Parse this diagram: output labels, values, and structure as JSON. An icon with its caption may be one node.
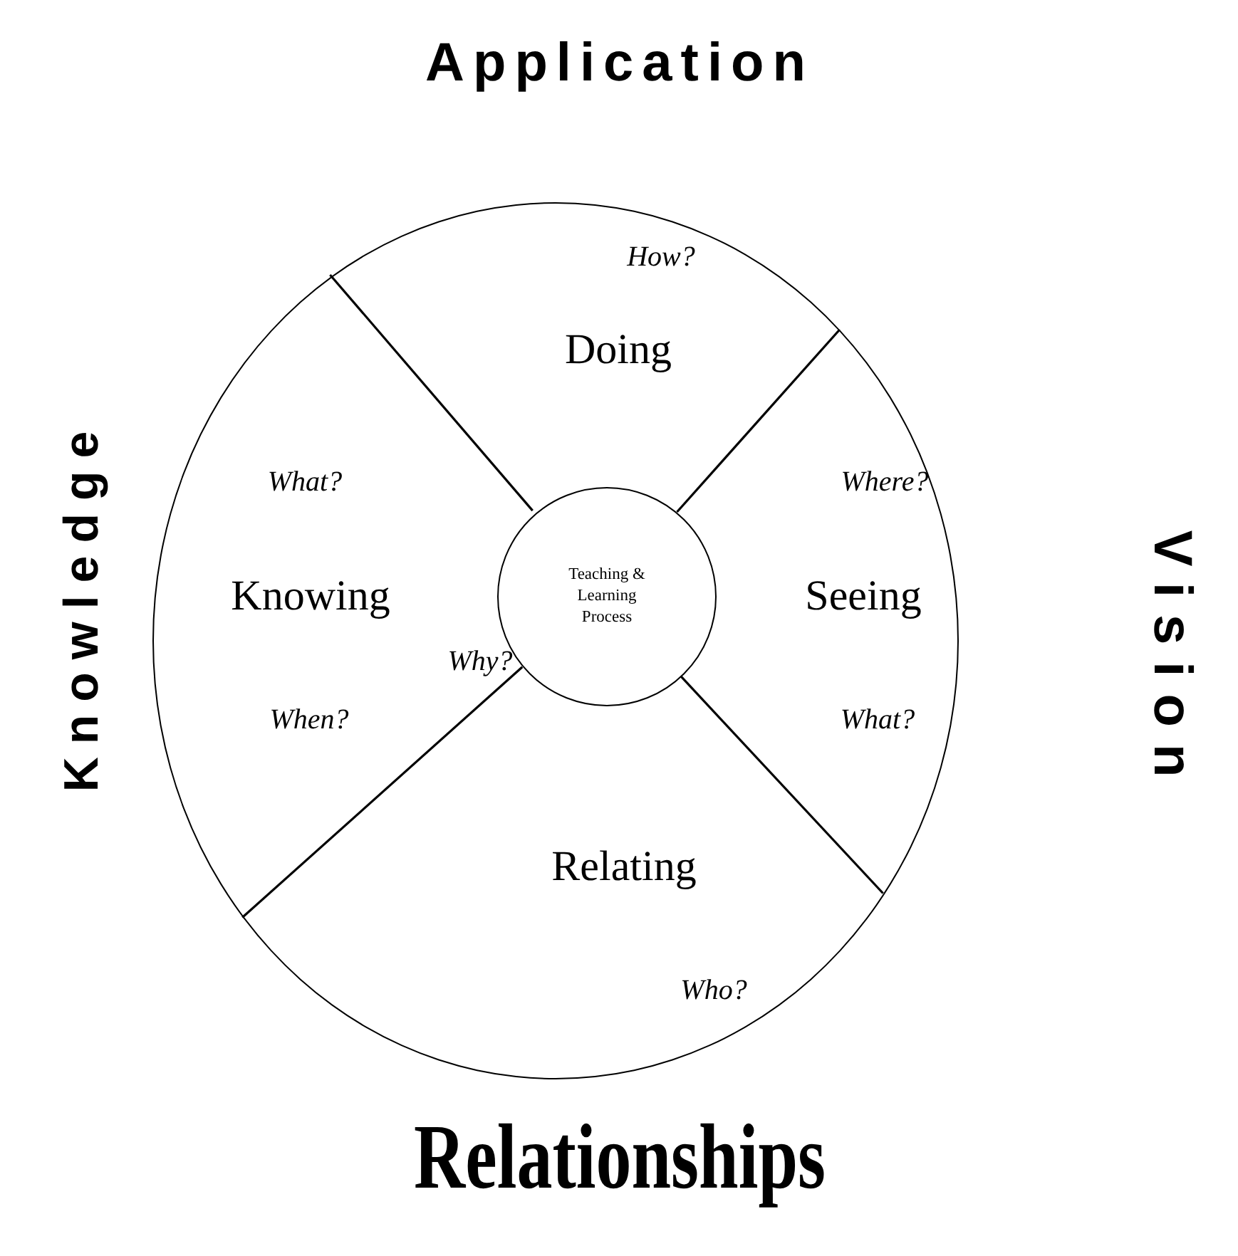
{
  "diagram": {
    "nodes": [
      {
        "text": [],
        "shape": "circle"
      },
      {
        "text": [
          "How?",
          "Doing"
        ],
        "in": 0
      },
      {
        "text": [
          "What?",
          "Knowing",
          "When?"
        ],
        "in": 0
      },
      {
        "text": [
          "Where?",
          "Seeing",
          "What?"
        ],
        "in": 0
      },
      {
        "text": [
          "Why?",
          "Relating",
          "Who?"
        ],
        "in": 0
      },
      {
        "text": [
          "Teaching & Learning Process"
        ],
        "in": 0
      }
    ],
    "edges": [],
    "labels": [
      "Application",
      "Knowledge",
      "Vision",
      "Relationships"
    ]
  }
}
